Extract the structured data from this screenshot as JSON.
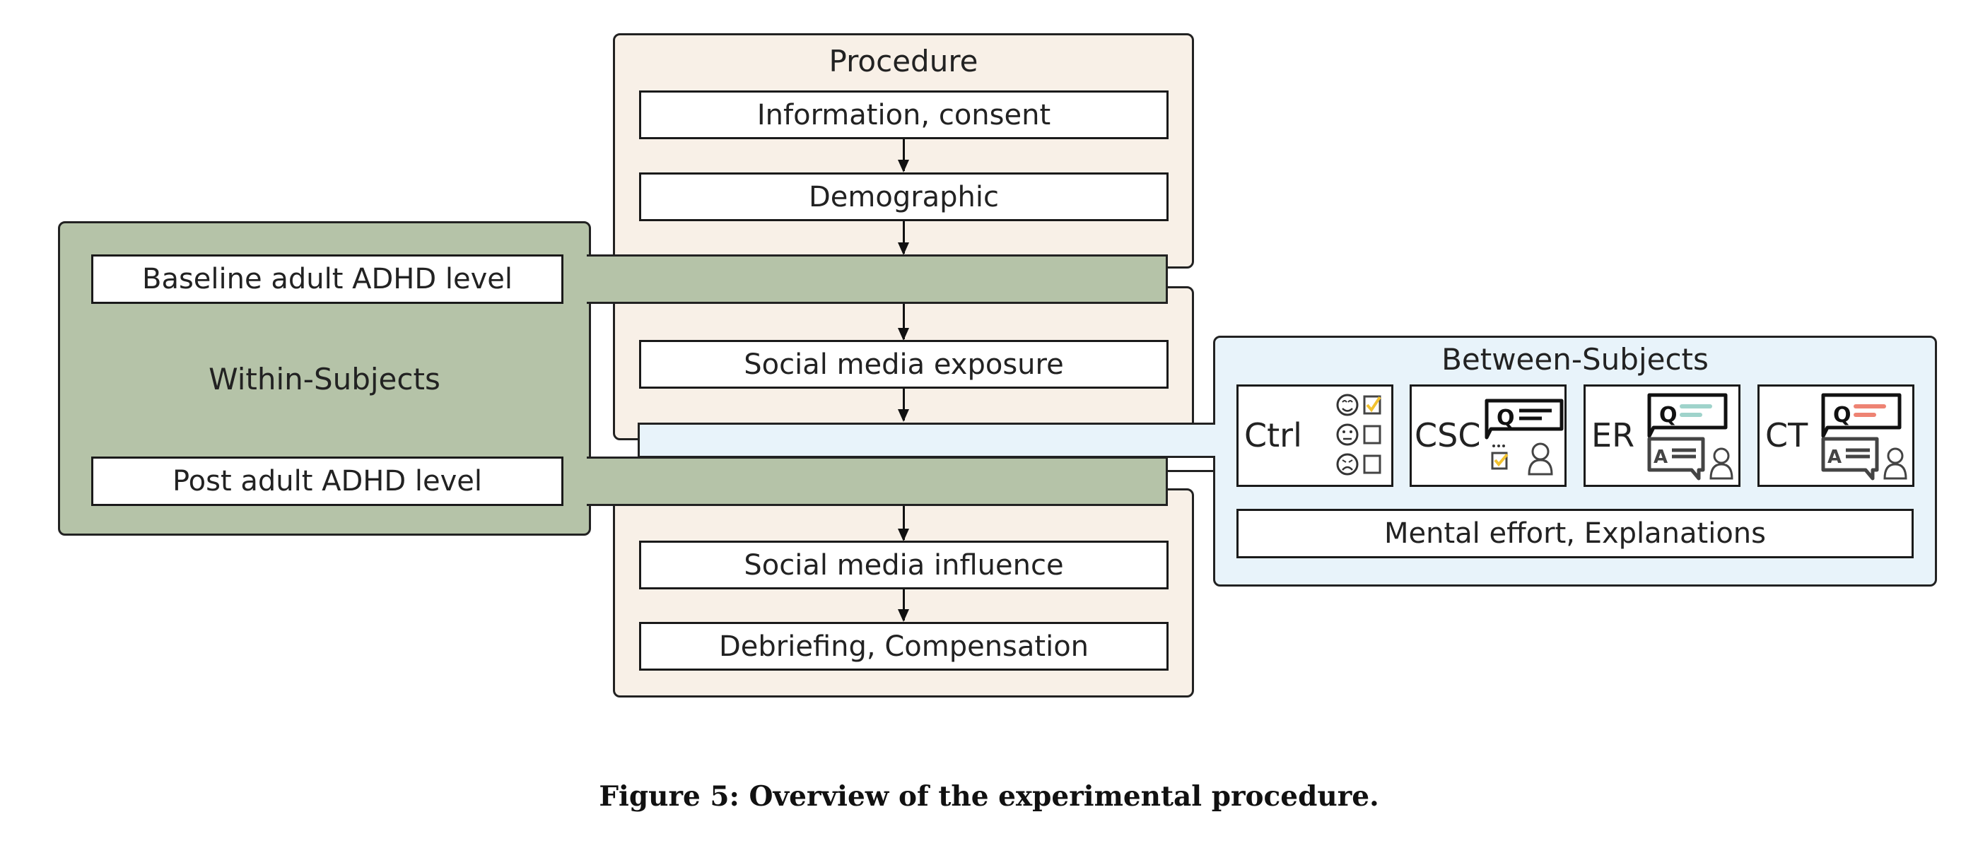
{
  "procedure": {
    "title": "Procedure",
    "steps": [
      "Information, consent",
      "Demographic",
      "Social media exposure",
      "Social media influence",
      "Debriefing, Compensation"
    ]
  },
  "within_subjects": {
    "title": "Within-Subjects",
    "baseline": "Baseline adult ADHD level",
    "post": "Post adult ADHD level"
  },
  "between_subjects": {
    "title": "Between-Subjects",
    "conditions": [
      {
        "label": "Ctrl",
        "icon": "emoji-rating-checklist-icon"
      },
      {
        "label": "CSC",
        "icon": "question-checklist-person-icon"
      },
      {
        "label": "ER",
        "icon": "question-answer-person-icon",
        "accent": "#9fd3cb"
      },
      {
        "label": "CT",
        "icon": "question-answer-person-icon",
        "accent": "#ee8373"
      }
    ],
    "measures": "Mental effort, Explanations"
  },
  "colors": {
    "procedure_bg": "#f8f0e7",
    "within_bg": "#b5c3a8",
    "between_bg": "#e8f3fa",
    "checkmark": "#f2c230"
  },
  "caption": "Figure 5: Overview of the experimental procedure."
}
